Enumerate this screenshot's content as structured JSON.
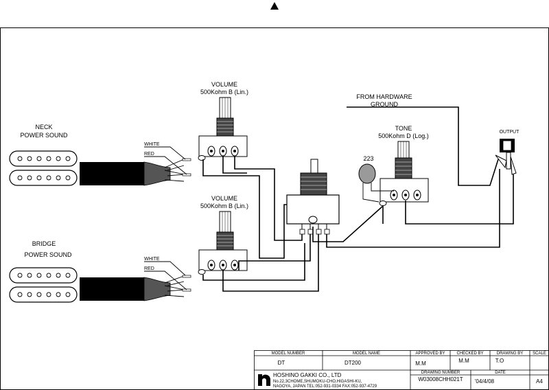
{
  "neck_pickup": {
    "label_line1": "NECK",
    "label_line2": "POWER SOUND"
  },
  "bridge_pickup": {
    "label_line1": "BRIDGE",
    "label_line2": "POWER SOUND"
  },
  "neck_volume": {
    "label_line1": "VOLUME",
    "label_line2": "500Kohm B (Lin.)"
  },
  "bridge_volume": {
    "label_line1": "VOLUME",
    "label_line2": "500Kohm B (Lin.)"
  },
  "tone": {
    "label_line1": "TONE",
    "label_line2": "500Kohm D (Log.)"
  },
  "capacitor": {
    "label": "223"
  },
  "hardware_ground": {
    "label_line1": "FROM HARDWARE",
    "label_line2": "GROUND"
  },
  "output": {
    "label": "OUTPUT"
  },
  "wire_labels": {
    "white": "WHITE",
    "red": "RED"
  },
  "title_block": {
    "model_number_header": "MODEL NUMBER",
    "model_number": "DT",
    "model_name_header": "MODEL NAME",
    "model_name": "DT200",
    "approved_by_header": "APPROVED BY",
    "approved_by": "M.M",
    "checked_by_header": "CHECKED BY",
    "checked_by": "M.M",
    "drawing_by_header": "DRAWING BY",
    "drawing_by": "T.O",
    "scale_header": "SCALE",
    "company_name": "HOSHINO GAKKI CO., LTD",
    "company_address_1": "No.22,3CHOME,SHUMOKU-CHO,HIGASHI-KU,",
    "company_address_2": "NAGOYA, JAPAN      TEL:052-931-0334  FAX:052-937-4729",
    "drawing_number_header": "DRAWING NUMBER",
    "drawing_number": "W03008CHH021T",
    "date_header": "DATE",
    "date": "'04/4/08",
    "size": "A4"
  }
}
